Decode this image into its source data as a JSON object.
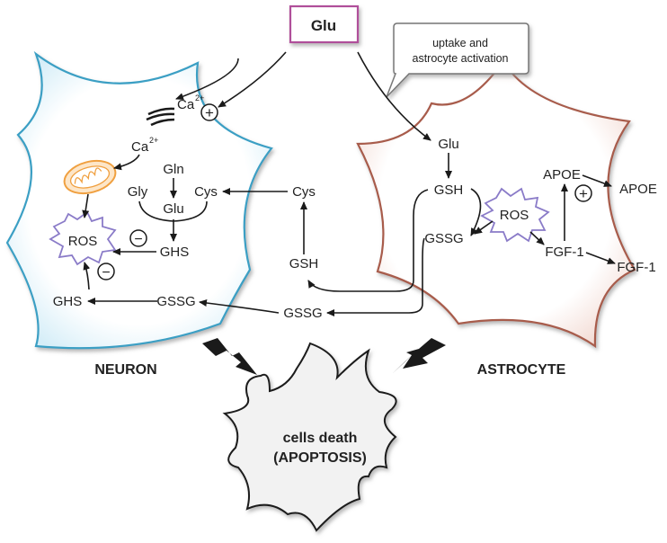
{
  "glu_box": "Glu",
  "bubble": {
    "line1": "uptake and",
    "line2": "astrocyte activation"
  },
  "neuron": {
    "title": "NEURON",
    "ca_ext": "Ca",
    "ca_ext_sup": "2+",
    "ca_int": "Ca",
    "ca_int_sup": "2+",
    "gln": "Gln",
    "gly": "Gly",
    "cys": "Cys",
    "glu": "Glu",
    "ghs_right": "GHS",
    "ros": "ROS",
    "ghs_left": "GHS",
    "gssg": "GSSG",
    "plus": "+",
    "minus1": "−",
    "minus2": "−"
  },
  "middle": {
    "cys": "Cys",
    "gsh": "GSH",
    "gssg": "GSSG"
  },
  "astrocyte": {
    "title": "ASTROCYTE",
    "glu": "Glu",
    "gsh": "GSH",
    "gssg": "GSSG",
    "ros": "ROS",
    "apoe": "APOE",
    "apoe_out": "APOE",
    "fgf": "FGF-1",
    "fgf_out": "FGF-1",
    "plus": "+"
  },
  "death": {
    "line1": "cells death",
    "line2": "(APOPTOSIS)"
  },
  "colors": {
    "neuron_border": "#3a9fc4",
    "astrocyte_border": "#a85c4c",
    "glu_border": "#b0509a",
    "mito": "#f0a040",
    "ros_star": "#8a7bc8"
  }
}
